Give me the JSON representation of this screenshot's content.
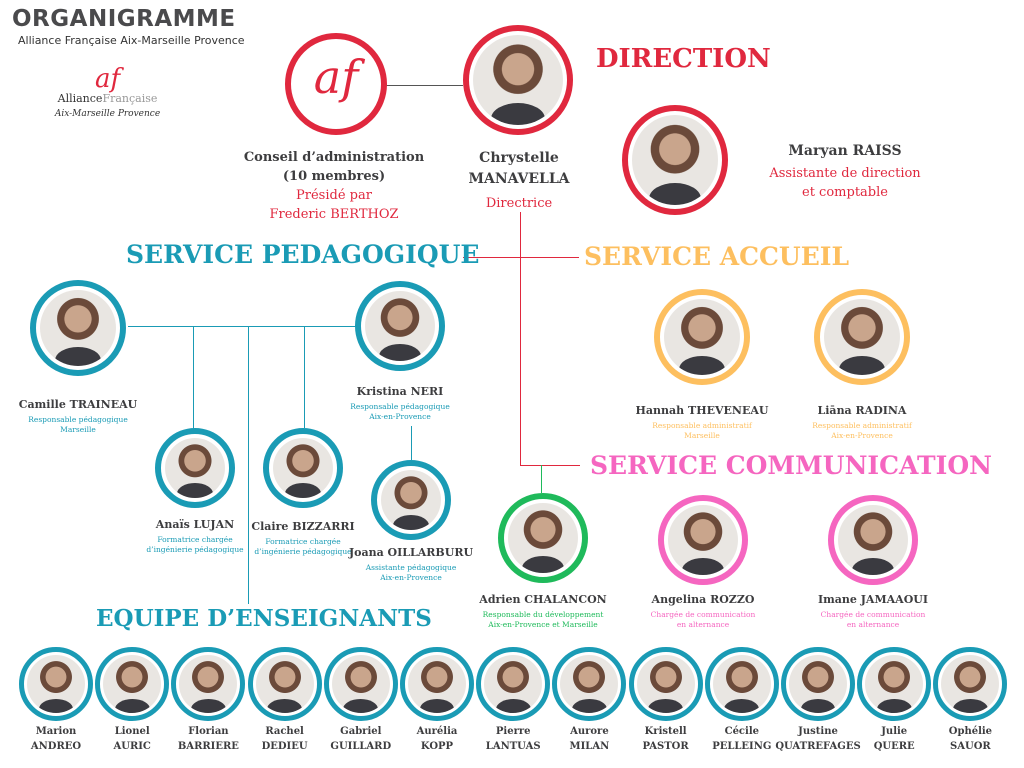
{
  "header": {
    "title": "ORGANIGRAMME",
    "subtitle": "Alliance Française Aix-Marseille Provence"
  },
  "logo": {
    "mark": "af",
    "name_a": "Alliance",
    "name_b": "Française",
    "region": "Aix-Marseille Provence"
  },
  "colors": {
    "red": "#e0283e",
    "teal": "#1a9bb5",
    "orange": "#fdbf5f",
    "pink": "#f566c0",
    "green": "#1fba5b",
    "gray": "#555555"
  },
  "board": {
    "mark": "af",
    "line1": "Conseil d’administration",
    "line2": "(10 membres)",
    "line3": "Présidé par",
    "line4": "Frederic BERTHOZ"
  },
  "direction": {
    "heading": "DIRECTION",
    "director": {
      "first": "Chrystelle",
      "last": "MANAVELLA",
      "role": "Directrice"
    },
    "assistant": {
      "name": "Maryan RAISS",
      "role1": "Assistante de direction",
      "role2": "et comptable"
    }
  },
  "sections": {
    "pedagogique": "SERVICE PEDAGOGIQUE",
    "accueil": "SERVICE ACCUEIL",
    "communication": "SERVICE COMMUNICATION",
    "enseignants": "EQUIPE D’ENSEIGNANTS"
  },
  "people": [
    {
      "name": "Camille TRAINEAU",
      "role": [
        "Responsable pédagogique",
        "Marseille"
      ],
      "color": "teal"
    },
    {
      "name": "Kristina NERI",
      "role": [
        "Responsable pédagogique",
        "Aix-en-Provence"
      ],
      "color": "teal"
    },
    {
      "name": "Anaïs LUJAN",
      "role": [
        "Formatrice chargée",
        "d’ingénierie pédagogique"
      ],
      "color": "teal"
    },
    {
      "name": "Claire BIZZARRI",
      "role": [
        "Formatrice chargée",
        "d’ingénierie pédagogique"
      ],
      "color": "teal"
    },
    {
      "name": "Joana OILLARBURU",
      "role": [
        "Assistante  pédagogique",
        "Aix-en-Provence"
      ],
      "color": "teal"
    },
    {
      "name": "Hannah THEVENEAU",
      "role": [
        "Responsable administratif",
        "Marseille"
      ],
      "color": "orange"
    },
    {
      "name": "Liāna RADINA",
      "role": [
        "Responsable administratif",
        "Aix-en-Provence"
      ],
      "color": "orange"
    },
    {
      "name": "Adrien CHALANCON",
      "role": [
        "Responsable du développement",
        "Aix-en-Provence et Marseille"
      ],
      "color": "green"
    },
    {
      "name": "Angelina ROZZO",
      "role": [
        "Chargée de communication",
        "en alternance"
      ],
      "color": "pink"
    },
    {
      "name": "Imane JAMAAOUI",
      "role": [
        "Chargée de communication",
        "en alternance"
      ],
      "color": "pink"
    }
  ],
  "teachers": [
    {
      "first": "Marion",
      "last": "ANDREO"
    },
    {
      "first": "Lionel",
      "last": "AURIC"
    },
    {
      "first": "Florian",
      "last": "BARRIERE"
    },
    {
      "first": "Rachel",
      "last": "DEDIEU"
    },
    {
      "first": "Gabriel",
      "last": "GUILLARD"
    },
    {
      "first": "Aurélia",
      "last": "KOPP"
    },
    {
      "first": "Pierre",
      "last": "LANTUAS"
    },
    {
      "first": "Aurore",
      "last": "MILAN"
    },
    {
      "first": "Kristell",
      "last": "PASTOR"
    },
    {
      "first": "Cécile",
      "last": "PELLEING"
    },
    {
      "first": "Justine",
      "last": "QUATREFAGES"
    },
    {
      "first": "Julie",
      "last": "QUERE"
    },
    {
      "first": "Ophélie",
      "last": "SAUOR"
    }
  ]
}
